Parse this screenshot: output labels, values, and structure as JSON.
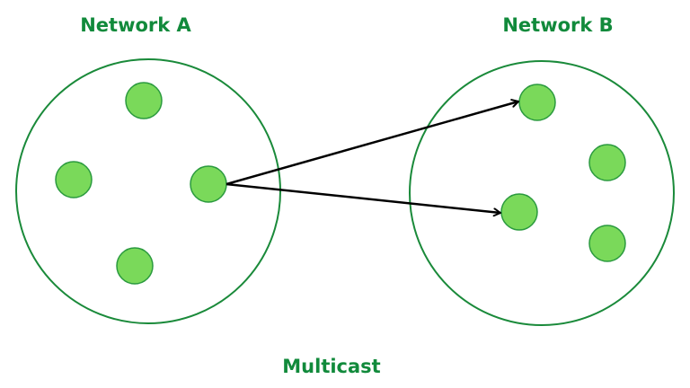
{
  "diagram": {
    "title": "Multicast",
    "colors": {
      "network_outline": "#1a8a3a",
      "node_fill": "#7ad95a",
      "node_stroke": "#2a9a3e",
      "arrow": "#000000",
      "label": "#118a3b"
    },
    "networks": [
      {
        "id": "A",
        "label": "Network A",
        "nodes": 4
      },
      {
        "id": "B",
        "label": "Network B",
        "nodes": 4
      }
    ],
    "edges": [
      {
        "from": "A.node3",
        "to": "B.node1",
        "type": "arrow"
      },
      {
        "from": "A.node3",
        "to": "B.node3",
        "type": "arrow"
      }
    ]
  }
}
